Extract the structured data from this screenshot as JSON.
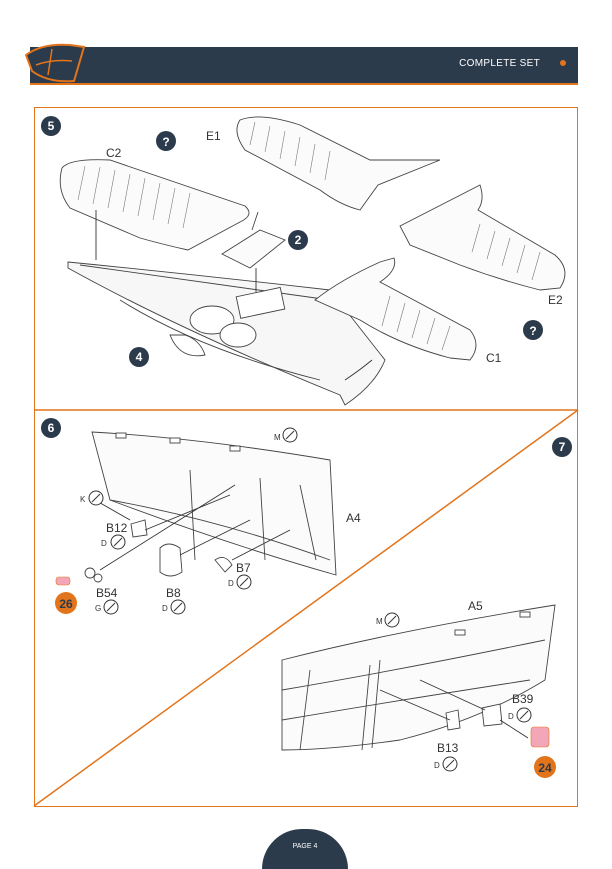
{
  "header": {
    "title": "COMPLETE SET"
  },
  "steps": {
    "s5": {
      "number": "5"
    },
    "s6": {
      "number": "6"
    },
    "s7": {
      "number": "7"
    },
    "sub2": {
      "number": "2"
    },
    "sub4": {
      "number": "4"
    },
    "q1": {
      "symbol": "?"
    },
    "q2": {
      "symbol": "?"
    }
  },
  "parts": {
    "c2": "C2",
    "e1": "E1",
    "e2": "E2",
    "c1": "C1",
    "a4": "A4",
    "b12": "B12",
    "b54": "B54",
    "b8": "B8",
    "b7": "B7",
    "a5": "A5",
    "b39": "B39",
    "b13": "B13"
  },
  "colors": {
    "m": "M",
    "k": "K",
    "d": "D",
    "g": "G"
  },
  "decals": {
    "d26": "26",
    "d24": "24"
  },
  "footer": {
    "page": "PAGE 4"
  },
  "theme": {
    "accent": "#e2741c",
    "navy": "#2c3b4b",
    "decal_pink": "#f2a6b8"
  }
}
